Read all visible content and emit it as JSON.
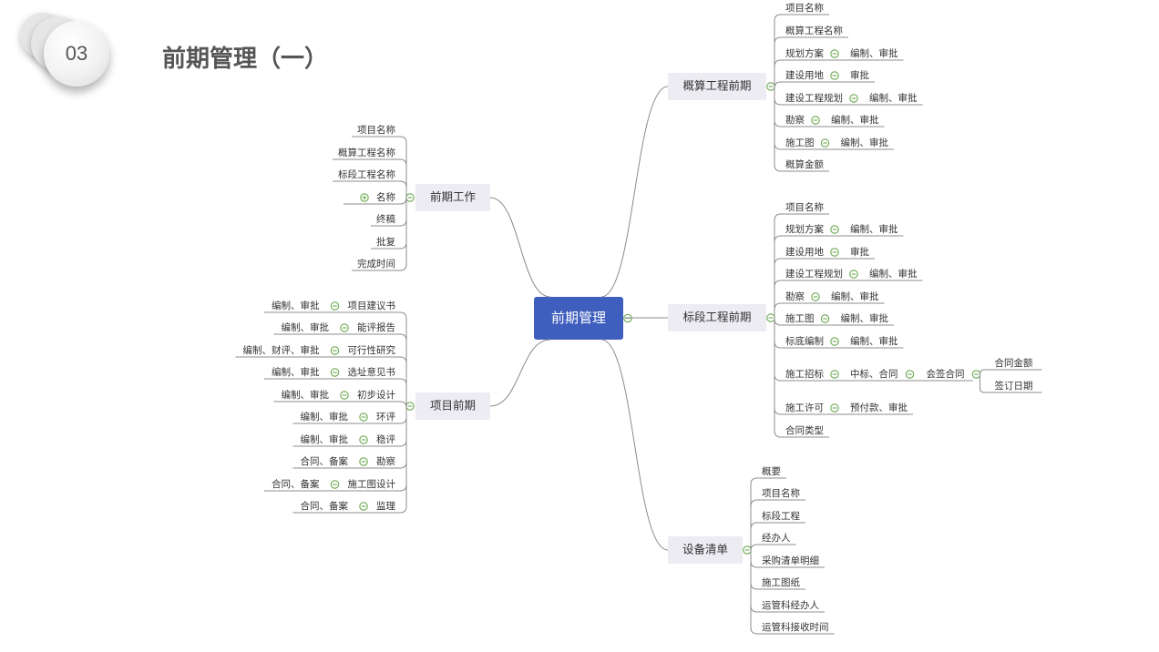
{
  "header": {
    "number": "03",
    "title": "前期管理（一）"
  },
  "center": {
    "label": "前期管理"
  },
  "branches": {
    "gaisuan": {
      "label": "概算工程前期",
      "items": [
        {
          "label": "项目名称"
        },
        {
          "label": "概算工程名称"
        },
        {
          "label": "规划方案",
          "sub": "编制、审批"
        },
        {
          "label": "建设用地",
          "sub": "审批"
        },
        {
          "label": "建设工程规划",
          "sub": "编制、审批"
        },
        {
          "label": "勘察",
          "sub": "编制、审批"
        },
        {
          "label": "施工图",
          "sub": "编制、审批"
        },
        {
          "label": "概算金额"
        }
      ]
    },
    "biaoduan": {
      "label": "标段工程前期",
      "items": [
        {
          "label": "项目名称"
        },
        {
          "label": "规划方案",
          "sub": "编制、审批"
        },
        {
          "label": "建设用地",
          "sub": "审批"
        },
        {
          "label": "建设工程规划",
          "sub": "编制、审批"
        },
        {
          "label": "勘察",
          "sub": "编制、审批"
        },
        {
          "label": "施工图",
          "sub": "编制、审批"
        },
        {
          "label": "标底编制",
          "sub": "编制、审批"
        },
        {
          "label": "施工招标",
          "sub": "中标、合同",
          "sub2": "会签合同",
          "leaves": [
            "合同金额",
            "签订日期"
          ]
        },
        {
          "label": "施工许可",
          "sub": "预付款、审批"
        },
        {
          "label": "合同类型"
        }
      ]
    },
    "shebei": {
      "label": "设备清单",
      "items": [
        {
          "label": "概要"
        },
        {
          "label": "项目名称"
        },
        {
          "label": "标段工程"
        },
        {
          "label": "经办人"
        },
        {
          "label": "采购清单明细"
        },
        {
          "label": "施工图纸"
        },
        {
          "label": "运管科经办人"
        },
        {
          "label": "运管科接收时间"
        }
      ]
    },
    "qianqi": {
      "label": "前期工作",
      "items": [
        {
          "label": "项目名称"
        },
        {
          "label": "概算工程名称"
        },
        {
          "label": "标段工程名称"
        },
        {
          "label": "名称",
          "collapsed": true
        },
        {
          "label": "终稿"
        },
        {
          "label": "批复"
        },
        {
          "label": "完成时间"
        }
      ]
    },
    "xiangmu": {
      "label": "项目前期",
      "items": [
        {
          "label": "项目建议书",
          "sub": "编制、审批"
        },
        {
          "label": "能评报告",
          "sub": "编制、审批"
        },
        {
          "label": "可行性研究",
          "sub": "编制、财评、审批"
        },
        {
          "label": "选址意见书",
          "sub": "编制、审批"
        },
        {
          "label": "初步设计",
          "sub": "编制、审批"
        },
        {
          "label": "环评",
          "sub": "编制、审批"
        },
        {
          "label": "稳评",
          "sub": "编制、审批"
        },
        {
          "label": "勘察",
          "sub": "合同、备案"
        },
        {
          "label": "施工图设计",
          "sub": "合同、备案"
        },
        {
          "label": "监理",
          "sub": "合同、备案"
        }
      ]
    }
  },
  "colors": {
    "center": "#3f5fbf",
    "branch_bg": "#ececf2",
    "line": "#8c8c8c",
    "toggle": "#6aa84f"
  }
}
